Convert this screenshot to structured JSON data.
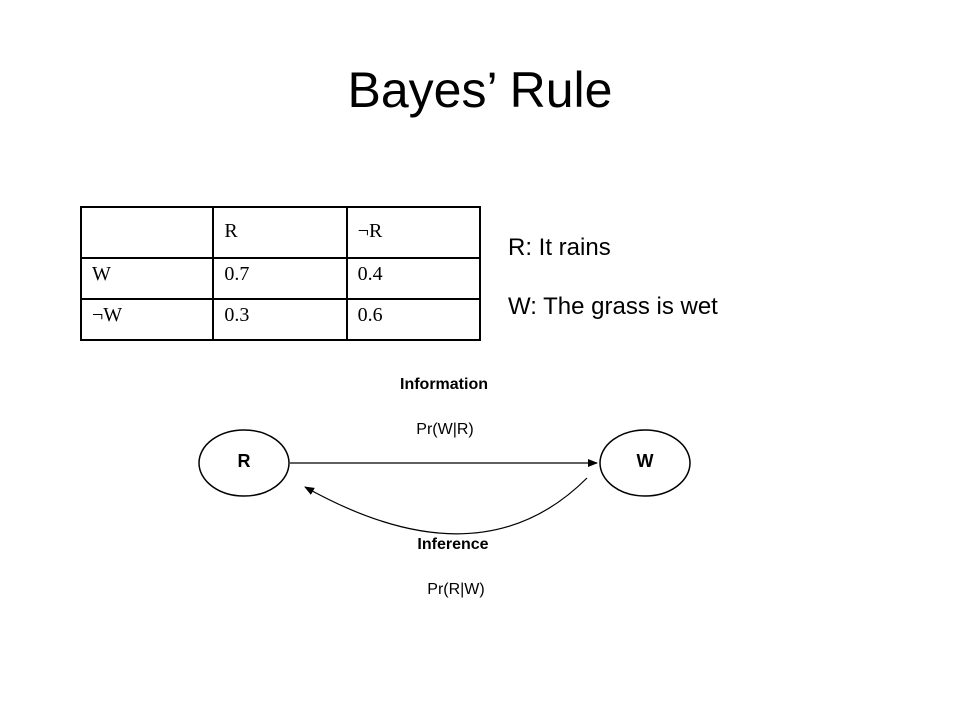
{
  "title": "Bayes’ Rule",
  "table": {
    "header": [
      "",
      "R",
      "¬R"
    ],
    "rows": [
      [
        "W",
        "0.7",
        "0.4"
      ],
      [
        "¬W",
        "0.3",
        "0.6"
      ]
    ]
  },
  "legend": {
    "r": "R: It rains",
    "w": "W: The grass is wet"
  },
  "diagram": {
    "node_r": "R",
    "node_w": "W",
    "information_label": "Information",
    "information_formula": "Pr(W|R)",
    "inference_label": "Inference",
    "inference_formula": "Pr(R|W)"
  }
}
